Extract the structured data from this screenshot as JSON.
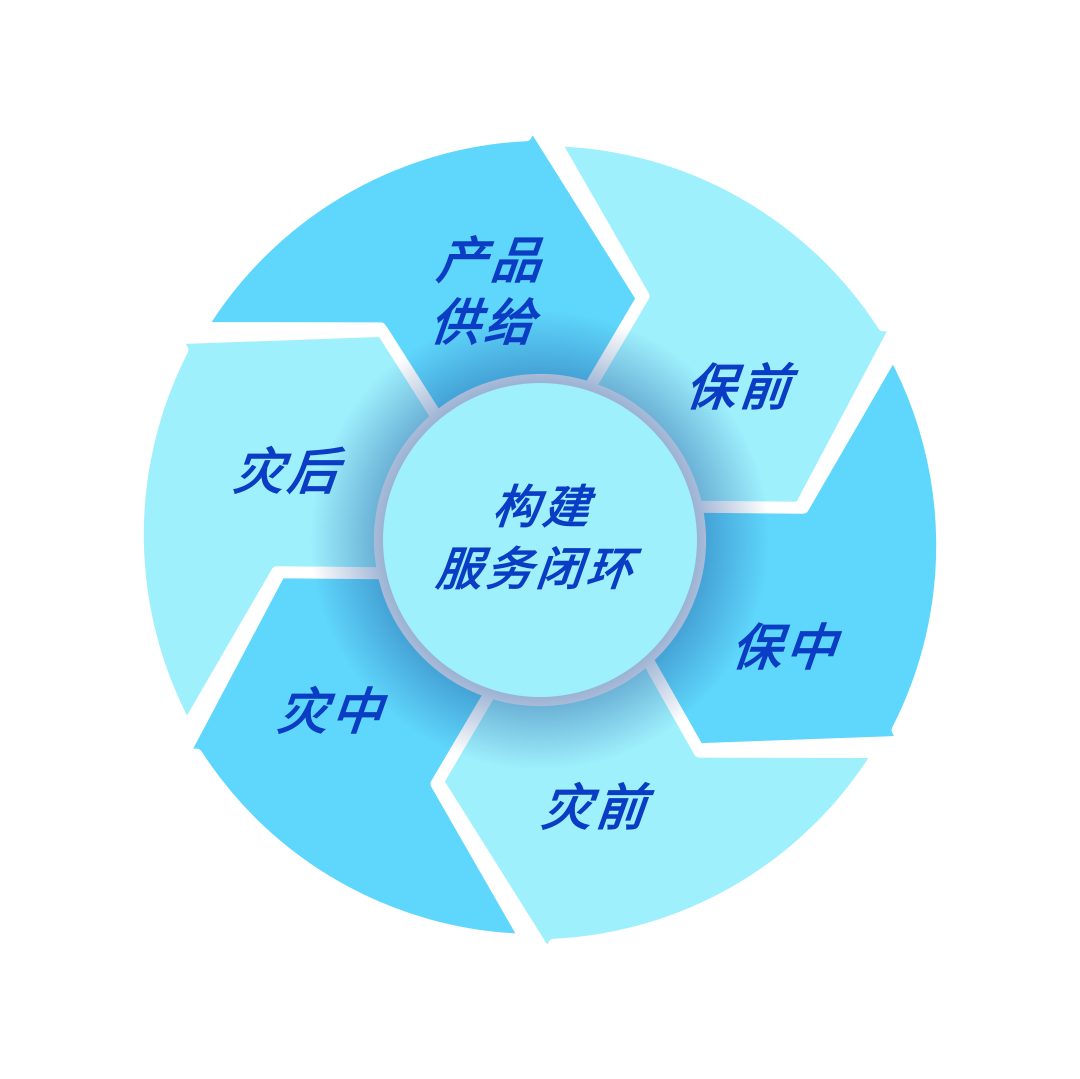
{
  "colors": {
    "dark": "#5fd7fc",
    "light": "#9ef0fd",
    "text": "#0b3cc4",
    "center": "#9ef0fd"
  },
  "center": {
    "line1": "构建",
    "line2": "服务闭环"
  },
  "segments": [
    {
      "line1": "产品",
      "line2": "供给",
      "tone": "dark"
    },
    {
      "line1": "保前",
      "line2": "",
      "tone": "light"
    },
    {
      "line1": "保中",
      "line2": "",
      "tone": "dark"
    },
    {
      "line1": "灾前",
      "line2": "",
      "tone": "light"
    },
    {
      "line1": "灾中",
      "line2": "",
      "tone": "dark"
    },
    {
      "line1": "灾后",
      "line2": "",
      "tone": "light"
    }
  ]
}
